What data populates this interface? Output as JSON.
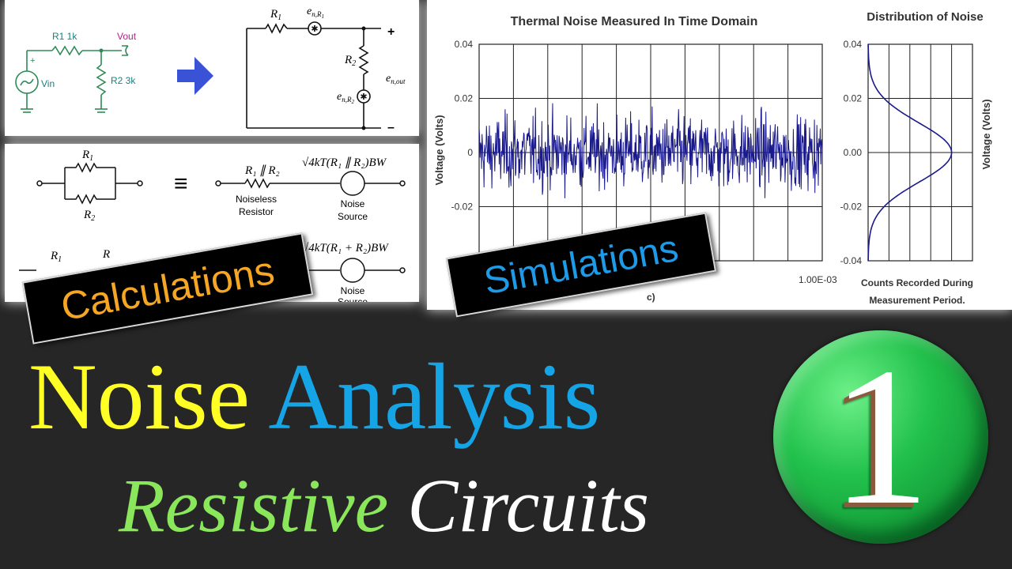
{
  "circuit": {
    "schematic_labels": {
      "r1": "R1 1k",
      "r2": "R2 3k",
      "vout": "Vout",
      "vin": "Vin",
      "plus": "+"
    },
    "model_labels": {
      "r1": "R",
      "r1_sub": "1",
      "r2": "R",
      "r2_sub": "2",
      "en1": "e",
      "en1_sub": "n,R",
      "en1_subsub": "1",
      "en2": "e",
      "en2_sub": "n,R",
      "en2_subsub": "2",
      "enout": "e",
      "enout_sub": "n,out",
      "plus": "+",
      "minus": "–"
    }
  },
  "equivalent": {
    "r1": "R",
    "r1_sub": "1",
    "r2": "R",
    "r2_sub": "2",
    "equiv_sign": "≡",
    "parallel_label": "R₁ ∥ R₂",
    "parallel_formula": "√4kT(R₁ ∥ R₂)BW",
    "series_formula": "√4kT(R₁ + R₂)BW",
    "noiseless_resistor": [
      "Noiseless",
      "Resistor"
    ],
    "noise_source": [
      "Noise",
      "Source"
    ],
    "row2_r1": "R",
    "row2_r1_sub": "1",
    "row2_r2": "R"
  },
  "plots": {
    "time": {
      "title": "Thermal Noise Measured In Time Domain",
      "ylabel": "Voltage (Volts)",
      "yticks": [
        "0.04",
        "0.02",
        "0",
        "-0.02"
      ],
      "xtick_end": "1.00E-03",
      "xlabel_fragment": "c)"
    },
    "dist": {
      "title": "Distribution of Noise",
      "ylabel": "Voltage (Volts)",
      "yticks": [
        "0.04",
        "0.02",
        "0.00",
        "-0.02",
        "-0.04"
      ],
      "xlabel": [
        "Counts Recorded During",
        "Measurement Period."
      ]
    }
  },
  "labels": {
    "calculations": "Calculations",
    "simulations": "Simulations"
  },
  "title": {
    "word1": "Noise",
    "word2": "Analysis",
    "word3": "Resistive",
    "word4": "Circuits"
  },
  "badge": {
    "number": "1"
  },
  "colors": {
    "noise_trace": "#1a1a8c",
    "title_yellow": "#ffff26",
    "title_blue": "#15a5e6",
    "title_green": "#8ae65a",
    "badge_green": "#22c14c"
  }
}
